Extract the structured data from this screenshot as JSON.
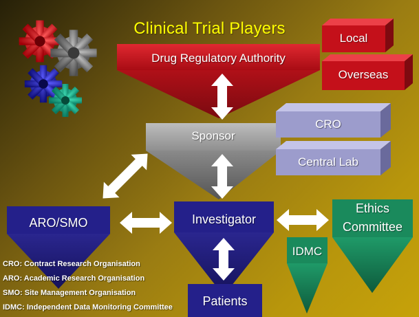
{
  "title": "Clinical Trial Players",
  "nodes": {
    "dra": "Drug Regulatory Authority",
    "local": "Local",
    "overseas": "Overseas",
    "sponsor": "Sponsor",
    "cro": "CRO",
    "central_lab": "Central Lab",
    "investigator": "Investigator",
    "aro_smo": "ARO/SMO",
    "ethics_line1": "Ethics",
    "ethics_line2": "Committee",
    "idmc": "IDMC",
    "patients": "Patients"
  },
  "legend": [
    "CRO: Contract Research  Organisation",
    "ARO: Academic Research Organisation",
    "SMO: Site Management Organisation",
    "IDMC: Independent Data  Monitoring Committee"
  ],
  "colors": {
    "title": "#ffff00",
    "regulatory": "#c4101a",
    "sponsor": "#9c9c9c",
    "services": "#9c9ccc",
    "investigator": "#24208a",
    "committees": "#1a8a5c",
    "arrows": "#ffffff"
  },
  "icons": [
    "gear-red-icon",
    "gear-gray-icon",
    "gear-blue-icon",
    "gear-green-icon"
  ]
}
